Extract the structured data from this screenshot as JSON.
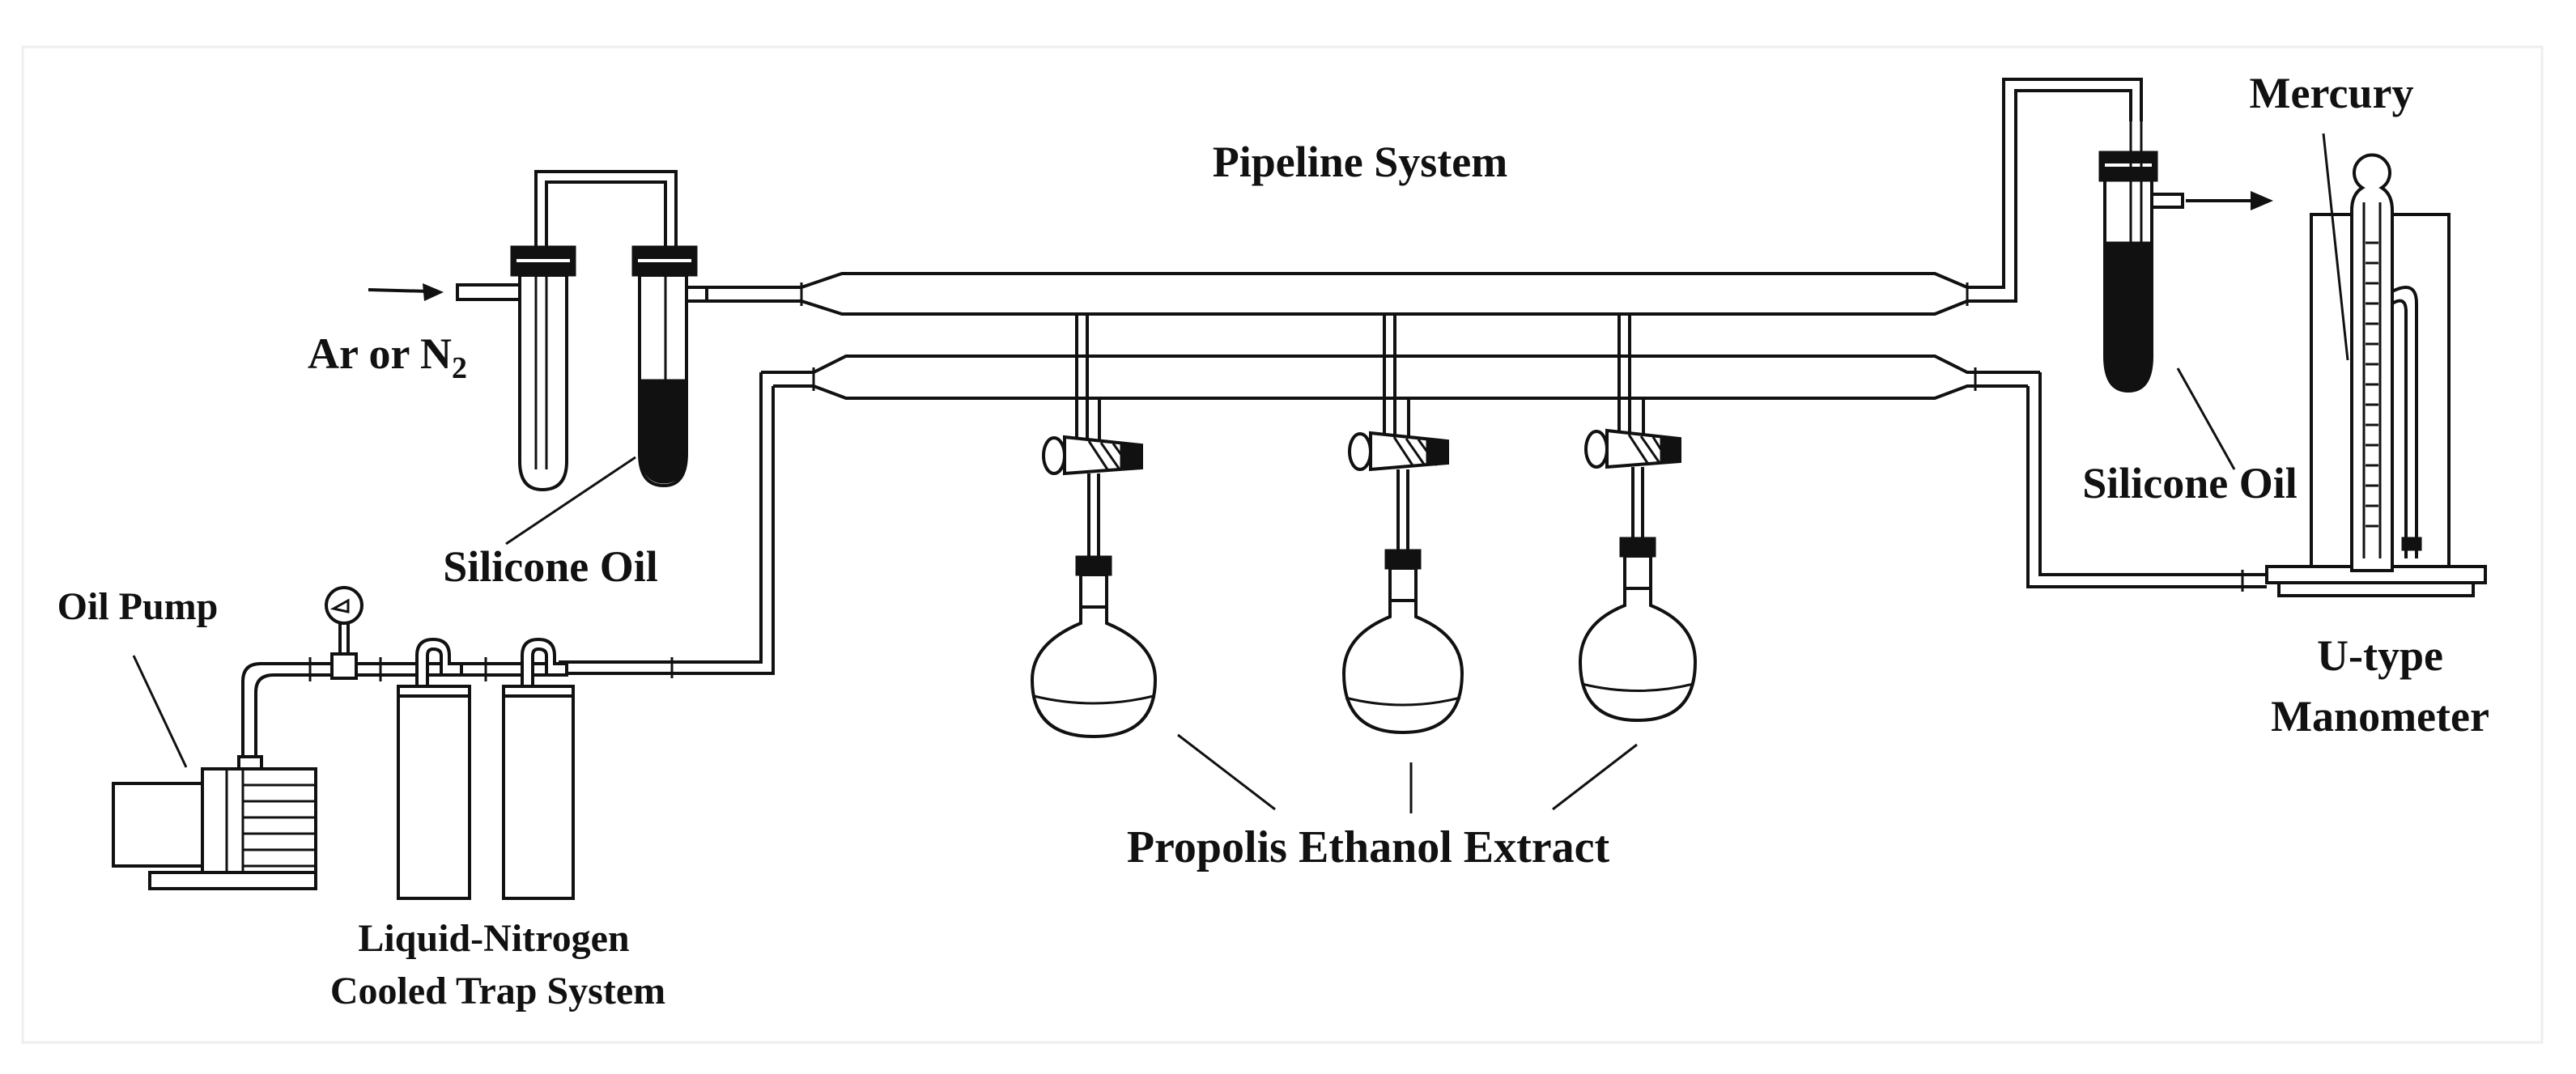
{
  "labels": {
    "pipeline_system": "Pipeline System",
    "mercury": "Mercury",
    "ar_or_n2_prefix": "Ar or N",
    "ar_or_n2_sub": "2",
    "silicone_oil_left": "Silicone Oil",
    "silicone_oil_right": "Silicone Oil",
    "oil_pump": "Oil Pump",
    "trap_line1": "Liquid-Nitrogen",
    "trap_line2": "Cooled Trap System",
    "propolis": "Propolis Ethanol Extract",
    "manometer_line1": "U-type",
    "manometer_line2": "Manometer"
  }
}
